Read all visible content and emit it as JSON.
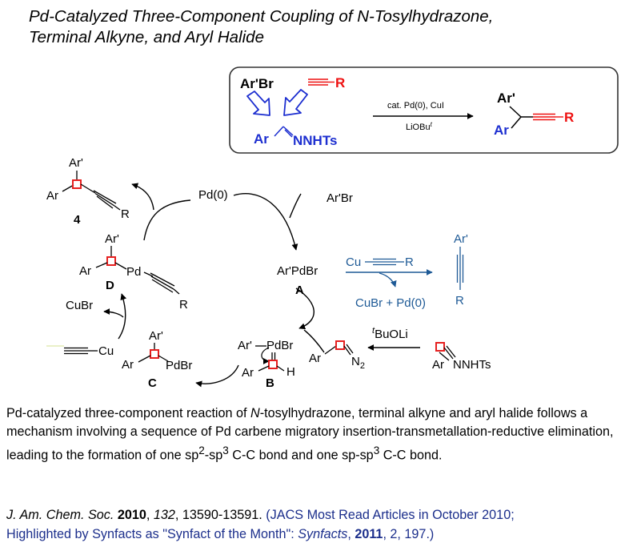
{
  "title": {
    "line1": "Pd-Catalyzed Three-Component Coupling of N-Tosylhydrazone,",
    "line2": "Terminal Alkyne, and Aryl Halide"
  },
  "colors": {
    "blue_reagent": "#1d2fd0",
    "red_alkyne": "#ee1111",
    "box_border": "#333333",
    "pathway_blue": "#1e5a96",
    "carbon_marker": "#e62020",
    "link_blue": "#1c2f8c"
  },
  "overview_box": {
    "aryl_halide": "Ar'Br",
    "alkyne_r": "R",
    "hydrazone_ar": "Ar",
    "hydrazone_nnhts": "NNHTs",
    "conditions_top": "cat. Pd(0), CuI",
    "conditions_bottom_base": "LiOBu",
    "conditions_bottom_sup": "t",
    "product_ar_prime": "Ar'",
    "product_ar": "Ar",
    "product_r": "R"
  },
  "cycle": {
    "pd0": "Pd(0)",
    "arbr": "Ar'Br",
    "intA_formula": "Ar'PdBr",
    "intA_label": "A",
    "product4_ar_prime": "Ar'",
    "product4_ar": "Ar",
    "product4_r": "R",
    "product4_label": "4",
    "intD_ar_prime": "Ar'",
    "intD_ar": "Ar",
    "intD_pd": "Pd",
    "intD_r": "R",
    "intD_label": "D",
    "cubr": "CuBr",
    "cu_alkyne_cu": "Cu",
    "intC_ar_prime": "Ar'",
    "intC_ar": "Ar",
    "intC_pdbr": "PdBr",
    "intC_label": "C",
    "intB_ar_prime": "Ar'",
    "intB_pdbr": "PdBr",
    "intB_ar": "Ar",
    "intB_h": "H",
    "intB_label": "B",
    "diazo_ar": "Ar",
    "diazo_n": "N",
    "diazo_sub": "2",
    "base_sup": "t",
    "base_text": "BuOLi",
    "hydrazone_ar": "Ar",
    "hydrazone_nnhts": "NNHTs"
  },
  "side_reaction": {
    "cu": "Cu",
    "r": "R",
    "byproduct": "CuBr + Pd(0)",
    "diyne_ar_prime": "Ar'",
    "diyne_r": "R"
  },
  "description": {
    "p1": "Pd-catalyzed three-component reaction of ",
    "n_italic": "N",
    "p2": "-tosylhydrazone, terminal alkyne and aryl halide follows a mechanism involving a sequence of Pd carbene migratory insertion-transmetallation-reductive elimination, leading to the formation of one sp",
    "sup1": "2",
    "p3": "-sp",
    "sup2": "3",
    "p4": " C-C bond and one sp-sp",
    "sup3": "3",
    "p5": " C-C bond."
  },
  "reference": {
    "journal": "J. Am. Chem. Soc.",
    "year": "2010",
    "comma1": ", ",
    "volume": "132",
    "pages": ", 13590-13591. ",
    "note1": "(JACS Most Read Articles in October 2010;",
    "note2": "Highlighted by Synfacts as \"Synfact of the Month\": ",
    "synfacts": "Synfacts",
    "comma2": ", ",
    "syn_year": "2011",
    "syn_rest": ", 2, 197.)"
  }
}
